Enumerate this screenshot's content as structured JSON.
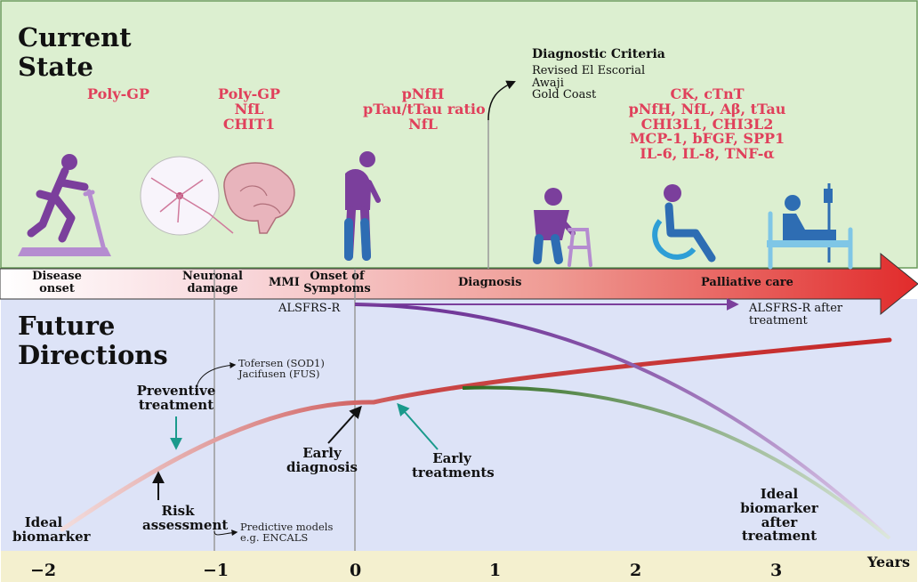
{
  "current_state": {
    "title_line1": "Current",
    "title_line2": "State"
  },
  "future_directions": {
    "title_line1": "Future",
    "title_line2": "Directions"
  },
  "biomarker_groups": [
    {
      "lines": [
        "Poly-GP"
      ]
    },
    {
      "lines": [
        "Poly-GP",
        "NfL",
        "CHIT1"
      ]
    },
    {
      "lines": [
        "pNfH",
        "pTau/tTau ratio",
        "NfL"
      ]
    },
    {
      "lines": [
        "CK, cTnT",
        "pNfH, NfL, Aβ, tTau",
        "CHI3L1, CHI3L2",
        "MCP-1, bFGF, SPP1",
        "IL-6, IL-8, TNF-α"
      ]
    }
  ],
  "diagnostic_criteria": {
    "title": "Diagnostic Criteria",
    "items": [
      "Revised El Escorial",
      "Awaji",
      "Gold Coast"
    ]
  },
  "timeline": {
    "stages": [
      {
        "label": "Disease onset"
      },
      {
        "label": "Neuronal damage"
      },
      {
        "label": "MMI"
      },
      {
        "label": "Onset of Symptoms"
      },
      {
        "label": "Diagnosis"
      },
      {
        "label": "Palliative care"
      }
    ],
    "colors": {
      "start": "#fbe9ec",
      "end": "#e12b2b"
    }
  },
  "alsfrs": {
    "start": "ALSFRS-R",
    "end": "ALSFRS-R after treatment"
  },
  "annotations": {
    "therapies": [
      "Tofersen (SOD1)",
      "Jacifusen (FUS)"
    ],
    "preventive": "Preventive treatment",
    "risk": "Risk assessment",
    "predictive": [
      "Predictive models",
      "e.g. ENCALS"
    ],
    "ideal_biomarker": "Ideal biomarker",
    "early_diagnosis": "Early diagnosis",
    "early_treatments": "Early treatments",
    "ideal_after": "Ideal biomarker after treatment"
  },
  "x_axis": {
    "ticks": [
      "−2",
      "−1",
      "0",
      "1",
      "2",
      "3"
    ],
    "label": "Years"
  },
  "icons": [
    "running-person-icon",
    "neuron-brain-icon",
    "stooped-person-icon",
    "walker-person-icon",
    "wheelchair-icon",
    "hospital-bed-icon"
  ],
  "colors": {
    "top_panel": "#dcefd0",
    "bottom_panel": "#dde3f7",
    "axis_band": "#f4f0cf",
    "biomarker_text": "#e0405b",
    "purple_curve": "#7b3f9c",
    "green_curve": "#3e7a2a",
    "red_curve": "#c62828",
    "teal_arrow": "#1a9a8c"
  }
}
